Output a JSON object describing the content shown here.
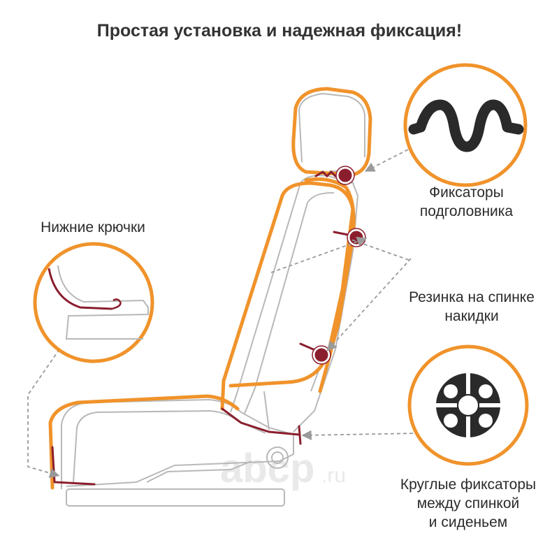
{
  "title": "Простая установка и надежная фиксация!",
  "labels": {
    "headrest_line1": "Фиксаторы",
    "headrest_line2": "подголовника",
    "lower_hooks": "Нижние крючки",
    "elastic_line1": "Резинка на спинке",
    "elastic_line2": "накидки",
    "round_line1": "Круглые фиксаторы",
    "round_line2": "между спинкой",
    "round_line3": "и сиденьем"
  },
  "watermark": {
    "brand": "abcp",
    "suffix": ".ru"
  },
  "colors": {
    "orange": "#F0932B",
    "maroon": "#8B1E2D",
    "seat_outline": "#B8B8B8",
    "circle_fill": "#FFFFFF",
    "dark_icon": "#2A2A2A",
    "arrow_gray": "#9A9A9A"
  },
  "icons": [
    "zigzag-spring-icon",
    "round-fastener-icon",
    "hook-icon"
  ]
}
